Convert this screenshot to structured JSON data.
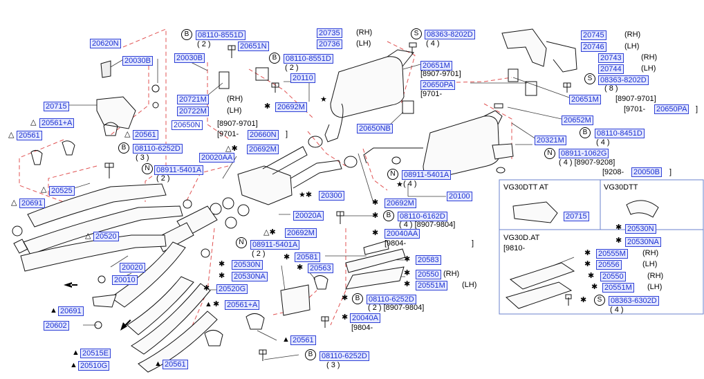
{
  "parts": {
    "p20620N": "20620N",
    "p20030B_a": "20030B",
    "p20030B_b": "20030B",
    "p08110_8551D_a": "08110-8551D",
    "p08110_8551D_b": "08110-8551D",
    "p20651N": "20651N",
    "p20735": "20735",
    "p20736": "20736",
    "p08363_8202D_a": "08363-8202D",
    "p08363_8202D_b": "08363-8202D",
    "p20745": "20745",
    "p20746": "20746",
    "p20743": "20743",
    "p20744": "20744",
    "p20651M_a": "20651M",
    "p20651M_b": "20651M",
    "p20650PA_a": "20650PA",
    "p20650PA_b": "20650PA",
    "p20110": "20110",
    "p20721M": "20721M",
    "p20722M": "20722M",
    "p20692M_a": "20692M",
    "p20692M_b": "20692M",
    "p20692M_c": "20692M",
    "p20692M_d": "20692M",
    "p20715_a": "20715",
    "p20715_b": "20715",
    "p20650N": "20650N",
    "p20660N": "20660N",
    "p20650NB": "20650NB",
    "p20652M": "20652M",
    "p20561A_a": "20561+A",
    "p20561A_b": "20561+A",
    "p20561_a": "20561",
    "p20561_b": "20561",
    "p20561_c": "20561",
    "p20561_d": "20561",
    "p08110_8451D": "08110-8451D",
    "p08110_6252D_a": "08110-6252D",
    "p08110_6252D_b": "08110-6252D",
    "p08110_6252D_c": "08110-6252D",
    "p20020AA": "20020AA",
    "p20321M": "20321M",
    "p08911_1062G": "08911-1062G",
    "p20050B": "20050B",
    "p08911_5401A_a": "08911-5401A",
    "p08911_5401A_b": "08911-5401A",
    "p08911_5401A_c": "08911-5401A",
    "p20525": "20525",
    "p20691_a": "20691",
    "p20691_b": "20691",
    "p20300": "20300",
    "p20100": "20100",
    "p20020A": "20020A",
    "p08110_6162D": "08110-6162D",
    "p20040AA": "20040AA",
    "p20520": "20520",
    "p20020": "20020",
    "p20010": "20010",
    "p20602": "20602",
    "p20530N_a": "20530N",
    "p20530NA_a": "20530NA",
    "p20530N_b": "20530N",
    "p20530NA_b": "20530NA",
    "p20520G": "20520G",
    "p20581": "20581",
    "p20563": "20563",
    "p20583": "20583",
    "p20550_a": "20550",
    "p20551M_a": "20551M",
    "p20550_b": "20550",
    "p20551M_b": "20551M",
    "p20555M": "20555M",
    "p20556": "20556",
    "p08363_6302D": "08363-6302D",
    "p20040A": "20040A",
    "p20515E": "20515E",
    "p20510G": "20510G"
  },
  "text": {
    "rh": "(RH)",
    "lh": "(LH)",
    "q2": "( 2 )",
    "q3": "( 3 )",
    "q4": "( 4 )",
    "q8": "( 8 )",
    "d8907_9701": "[8907-9701]",
    "d9701": "[9701-",
    "d9701_end": "]",
    "d8907_9208": "[8907-9208]",
    "d9208": "[9208-",
    "d9208_end": "]",
    "d8907_9804": "[8907-9804]",
    "d9804": "[9804-",
    "d9804_end": "]",
    "d9804b": "[9804-",
    "q4_d8907_9804": "( 4 ) [8907-9804]",
    "q2_d8907_9804": "( 2 ) [8907-9804]",
    "q4_d8907_9208": "( 4 ) [8907-9208]",
    "vg30dtt_at": "VG30DTT  AT",
    "vg30dtt": "VG30DTT",
    "vg30d_at": "VG30D.AT",
    "d9810": "[9810-"
  },
  "symbols": {
    "B": "B",
    "S": "S",
    "N": "N",
    "tri_open": "△",
    "tri_fill": "▲",
    "star_fill": "★",
    "ast": "✱",
    "star_ast": "★✱",
    "tri_ast": "△✱"
  }
}
